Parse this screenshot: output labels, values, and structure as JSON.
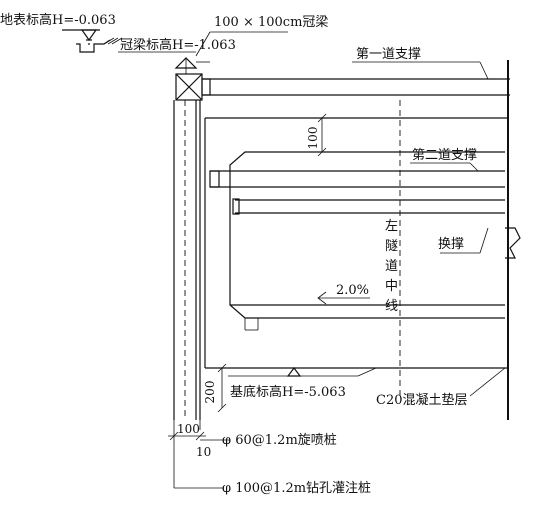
{
  "labels": {
    "ground_elevation": "地表标高H=-0.063",
    "crown_beam_size": "100 × 100cm冠梁",
    "crown_beam_elevation": "冠梁标高H=-1.063",
    "first_strut": "第一道支撑",
    "second_strut": "第二道支撑",
    "replace_strut": "换撑",
    "tunnel_center": [
      "左",
      "隧",
      "道",
      "中",
      "线"
    ],
    "slope": "2.0%",
    "base_elevation": "基底标高H=-5.063",
    "cushion_layer": "C20混凝土垫层",
    "jet_grout_pile": "φ 60@1.2m旋喷桩",
    "bored_pile": "φ 100@1.2m钻孔灌注桩"
  },
  "dimensions": {
    "strut_gap": "100",
    "cushion_thickness": "200",
    "pile_width": "100",
    "pile_offset": "10"
  }
}
